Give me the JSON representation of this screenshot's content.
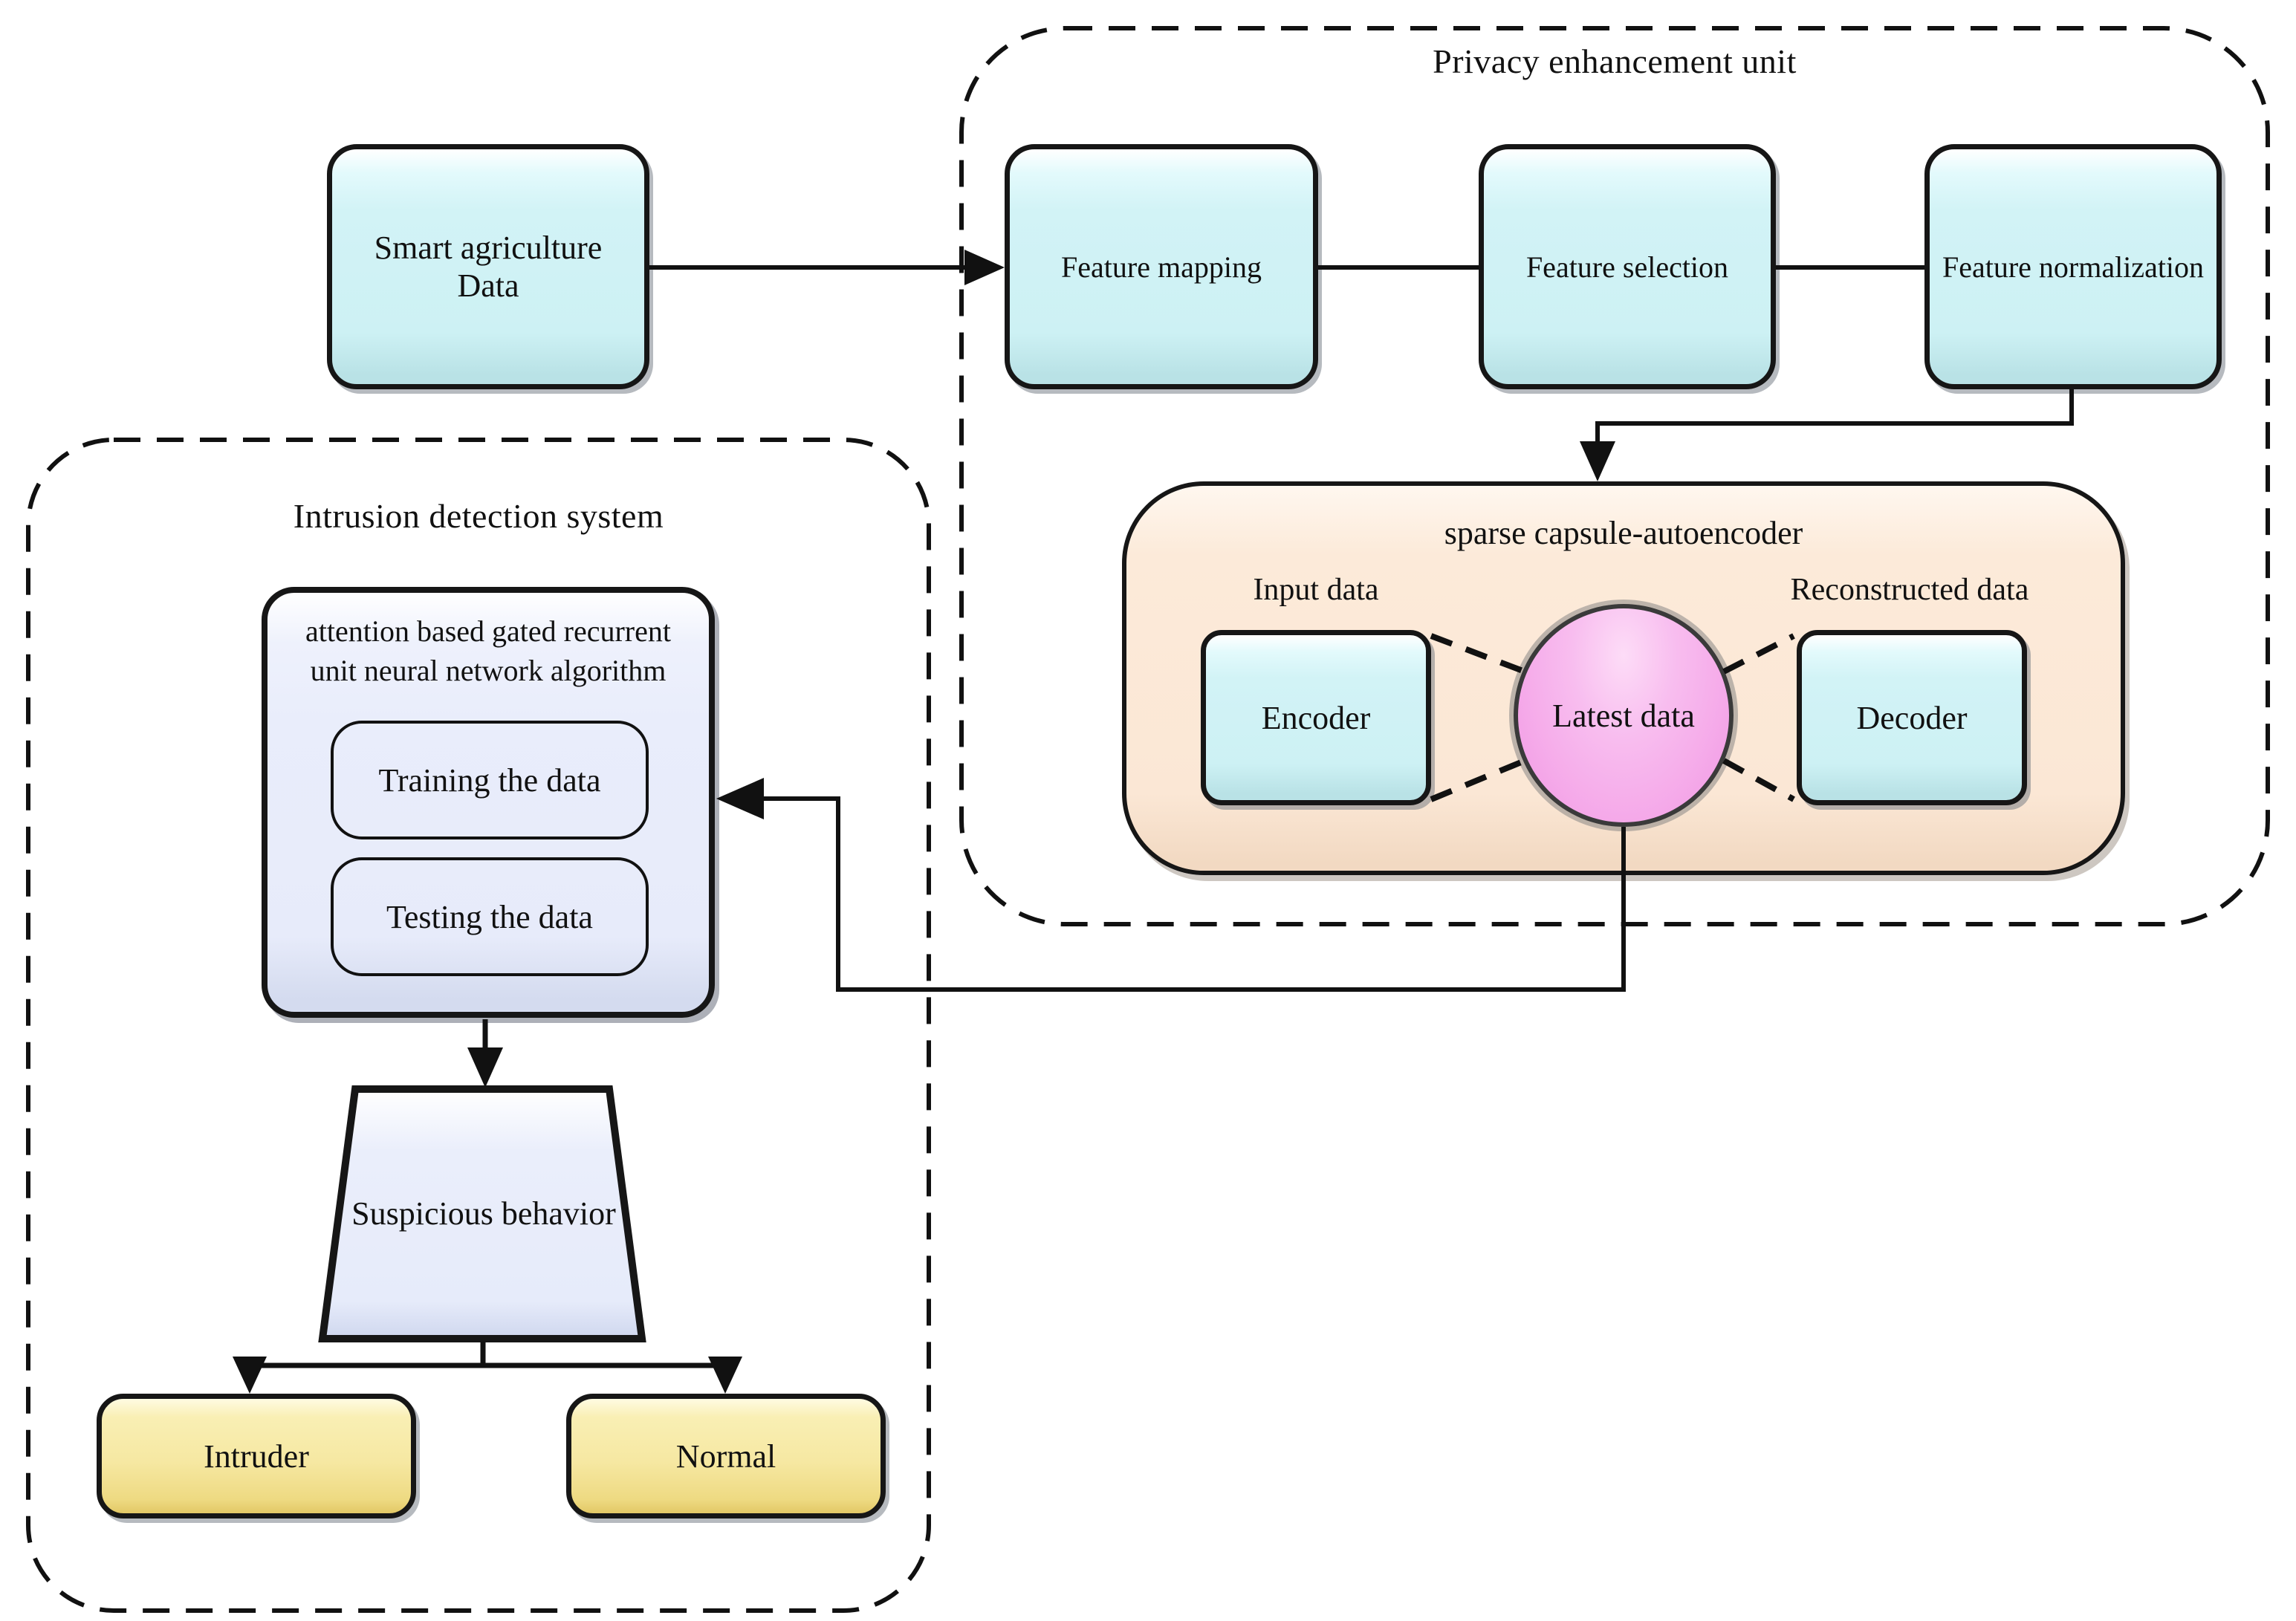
{
  "titles": {
    "privacy": "Privacy enhancement unit",
    "intrusion": "Intrusion detection system",
    "autoencoder": "sparse capsule-autoencoder"
  },
  "nodes": {
    "smart": "Smart agriculture Data",
    "feature_mapping": "Feature mapping",
    "feature_selection": "Feature selection",
    "feature_normalization": "Feature normalization",
    "input_data_label": "Input data",
    "reconstructed_data_label": "Reconstructed data",
    "encoder": "Encoder",
    "latent": "Latest data",
    "decoder": "Decoder",
    "agru": "attention based gated recurrent unit neural network algorithm",
    "training": "Training the data",
    "testing": "Testing the data",
    "suspicious": "Suspicious behavior",
    "intruder": "Intruder",
    "normal": "Normal"
  },
  "edges": [
    {
      "from": "smart",
      "to": "feature_mapping",
      "arrow": true
    },
    {
      "from": "feature_mapping",
      "to": "feature_selection",
      "arrow": false
    },
    {
      "from": "feature_selection",
      "to": "feature_normalization",
      "arrow": false
    },
    {
      "from": "feature_normalization",
      "to": "autoencoder",
      "arrow": true
    },
    {
      "from": "encoder",
      "to": "latent",
      "style": "dashed"
    },
    {
      "from": "latent",
      "to": "decoder",
      "style": "dashed"
    },
    {
      "from": "latent",
      "to": "agru",
      "arrow": true
    },
    {
      "from": "agru",
      "to": "suspicious",
      "arrow": true
    },
    {
      "from": "suspicious",
      "to": "intruder",
      "arrow": true
    },
    {
      "from": "suspicious",
      "to": "normal",
      "arrow": true
    }
  ],
  "colors": {
    "process_fill": "#d2f3f6",
    "autoencoder_fill": "#fcead9",
    "agru_fill": "#e9edfb",
    "latent_fill": "#f5a9e9",
    "outcome_fill": "#f6e8a2",
    "line": "#111111",
    "background": "#ffffff"
  }
}
